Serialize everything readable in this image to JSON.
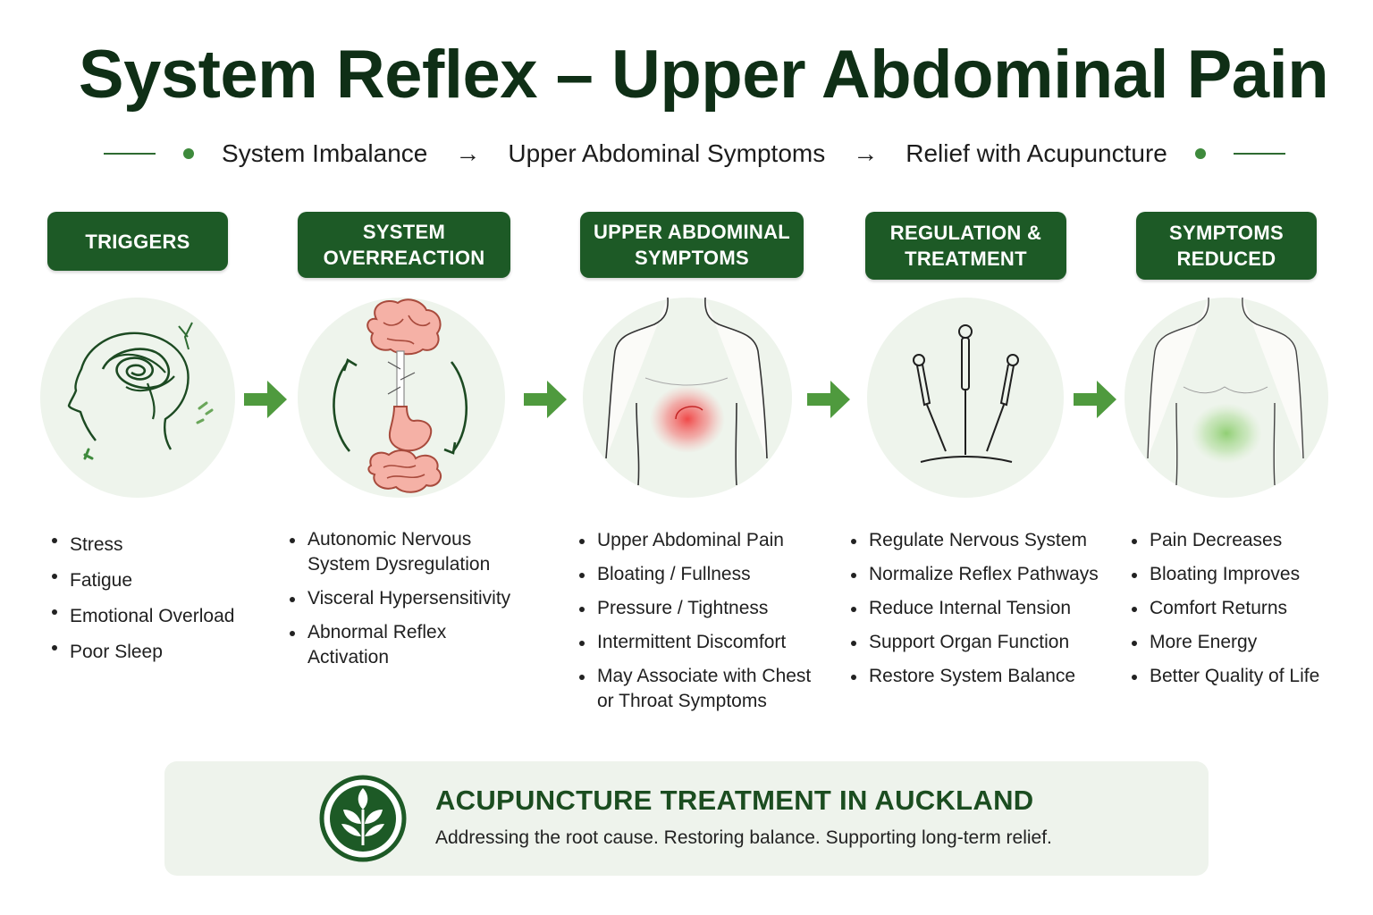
{
  "title": "System Reflex – Upper Abdominal Pain",
  "subtitle": {
    "steps": [
      "System Imbalance",
      "Upper Abdominal Symptoms",
      "Relief with Acupuncture"
    ],
    "arrow": "→"
  },
  "stages": [
    {
      "header_line1": "TRIGGERS",
      "header_line2": "",
      "icon": "tangled-mind-head-icon",
      "points": [
        "Stress",
        "Fatigue",
        "Emotional Overload",
        "Poor Sleep"
      ]
    },
    {
      "header_line1": "SYSTEM",
      "header_line2": "OVERREACTION",
      "icon": "brain-gut-cycle-icon",
      "points": [
        "Autonomic Nervous System Dysregulation",
        "Visceral Hypersensitivity",
        "Abnormal Reflex Activation"
      ]
    },
    {
      "header_line1": "UPPER ABDOMINAL",
      "header_line2": "SYMPTOMS",
      "icon": "torso-red-pain-icon",
      "points": [
        "Upper Abdominal Pain",
        "Bloating / Fullness",
        "Pressure / Tightness",
        "Intermittent Discomfort",
        "May Associate with Chest or Throat Symptoms"
      ]
    },
    {
      "header_line1": "REGULATION &",
      "header_line2": "TREATMENT",
      "icon": "acupuncture-needles-icon",
      "points": [
        "Regulate Nervous System",
        "Normalize Reflex Pathways",
        "Reduce Internal Tension",
        "Support Organ Function",
        "Restore System Balance"
      ]
    },
    {
      "header_line1": "SYMPTOMS",
      "header_line2": "REDUCED",
      "icon": "torso-green-relief-icon",
      "points": [
        "Pain Decreases",
        "Bloating Improves",
        "Comfort Returns",
        "More Energy",
        "Better Quality of Life"
      ]
    }
  ],
  "footer": {
    "title": "ACUPUNCTURE TREATMENT IN AUCKLAND",
    "subtitle": "Addressing the root cause. Restoring balance. Supporting long-term relief.",
    "icon": "leaf-plant-icon"
  },
  "colors": {
    "primary_green": "#1d5a26",
    "arrow_green": "#4f9a3e",
    "pain_red": "#f04040",
    "relief_green": "#8ccd6e",
    "circle_bg": "#eef4ec"
  }
}
